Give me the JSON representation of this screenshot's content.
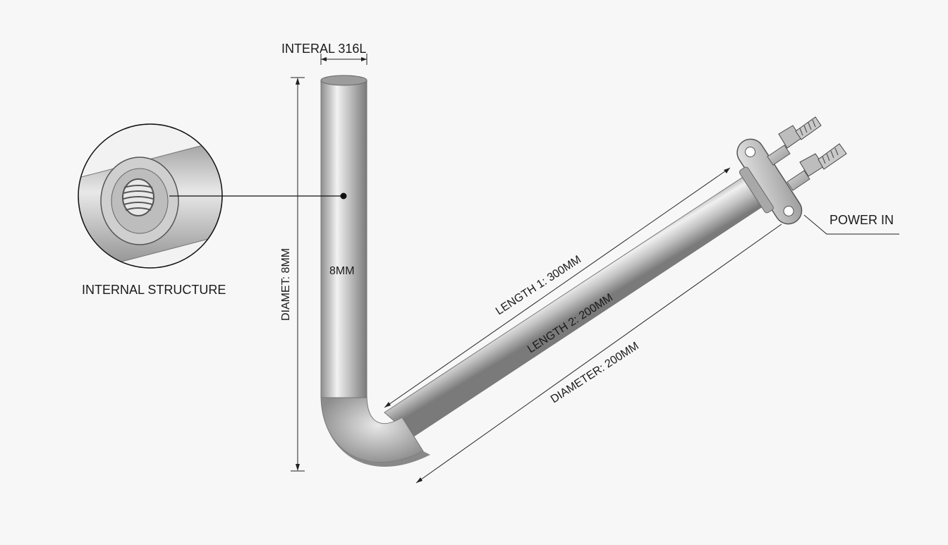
{
  "labels": {
    "material": "INTERAL  316L",
    "internal_structure": "INTERNAL STRUCTURE",
    "diameter_vertical": "DIAMET: 8MM",
    "tube_diameter": "8MM",
    "length1": "LENGTH 1: 300MM",
    "length2": "LENGTH 2: 200MM",
    "diameter_bottom": "DIAMETER: 200MM",
    "power_in": "POWER IN"
  },
  "colors": {
    "background": "#f7f7f7",
    "line": "#1a1a1a",
    "tube_dark": "#8a8a8a",
    "tube_light": "#eeeeee"
  }
}
